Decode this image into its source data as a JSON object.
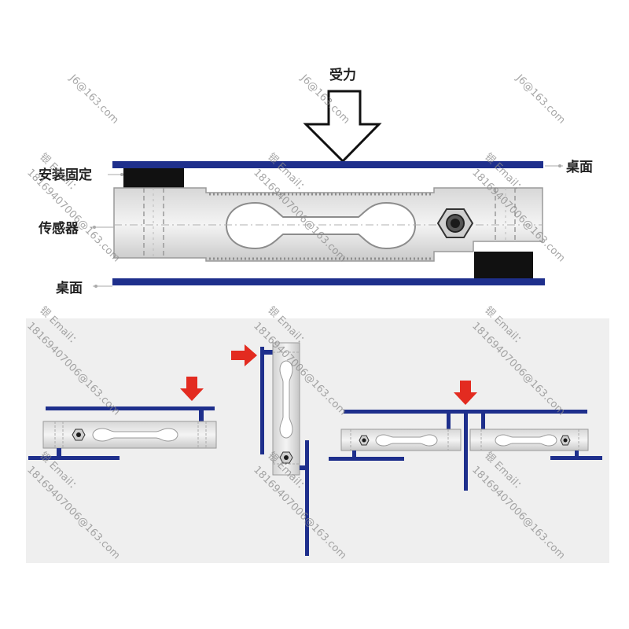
{
  "labels": {
    "force": "受力",
    "mount_fixed": "安装固定",
    "sensor": "传感器",
    "table_top_right": "桌面",
    "table_bottom_left": "桌面"
  },
  "watermarks": {
    "email_short": "J6@163.com",
    "email_prefix": "银 Email：",
    "email_number": "18169407006@163.com"
  },
  "colors": {
    "plate": "#1e2f8c",
    "arrow_force": "#e32b20",
    "sensor_body": "#dcdcdc",
    "block": "#111111",
    "panel_bg": "#efefef"
  },
  "icons": [
    "force-arrow-icon",
    "red-arrow-icon"
  ]
}
